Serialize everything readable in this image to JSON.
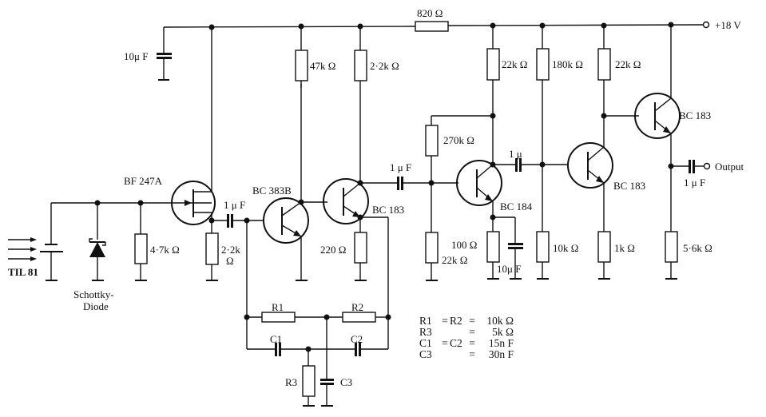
{
  "diagram": {
    "type": "circuit-schematic",
    "supply": {
      "label": "+18 V"
    },
    "output": {
      "label": "Output"
    },
    "components": {
      "photodiode": {
        "label": "TIL 81"
      },
      "schottky": {
        "label": "Schottky-\nDiode",
        "line1": "Schottky-",
        "line2": "Diode"
      },
      "c_supply": {
        "label": "10μ F"
      },
      "r_4k7": {
        "label": "4·7k Ω"
      },
      "fet": {
        "label": "BF 247A"
      },
      "r_2k2_src": {
        "label1": "2·2k",
        "label2": "Ω"
      },
      "c_1u_a": {
        "label": "1 μ F"
      },
      "q_bc383b": {
        "label": "BC 383B"
      },
      "r_47k": {
        "label": "47k Ω"
      },
      "r_2k2": {
        "label": "2·2k Ω"
      },
      "q_bc183_a": {
        "label": "BC 183"
      },
      "r_220": {
        "label": "220 Ω"
      },
      "r_820": {
        "label": "820 Ω"
      },
      "c_1u_b": {
        "label": "1 μ F"
      },
      "r_270k": {
        "label": "270k Ω"
      },
      "r_22k_bias": {
        "label": "22k Ω"
      },
      "r_22k_c1": {
        "label": "22k Ω"
      },
      "q_bc184": {
        "label": "BC 184"
      },
      "r_100": {
        "label": "100 Ω"
      },
      "c_10u_e": {
        "label": "10μ F"
      },
      "c_1u_c": {
        "label": "1 μ"
      },
      "r_180k": {
        "label": "180k Ω"
      },
      "r_10k": {
        "label": "10k Ω"
      },
      "q_bc183_b": {
        "label": "BC 183"
      },
      "r_22k_c2": {
        "label": "22k Ω"
      },
      "r_1k": {
        "label": "1k Ω"
      },
      "q_bc183_c": {
        "label": "BC 183"
      },
      "r_5k6": {
        "label": "5·6k Ω"
      },
      "c_1u_out": {
        "label": "1 μ F"
      },
      "R1": {
        "label": "R1"
      },
      "R2": {
        "label": "R2"
      },
      "R3": {
        "label": "R3"
      },
      "C1": {
        "label": "C1"
      },
      "C2": {
        "label": "C2"
      },
      "C3": {
        "label": "C3"
      }
    },
    "values_table": [
      {
        "a": "R1",
        "op1": "=",
        "b": "R2",
        "op2": "=",
        "value": "10k Ω"
      },
      {
        "a": "R3",
        "op1": "",
        "b": "",
        "op2": "=",
        "value": "5k Ω"
      },
      {
        "a": "C1",
        "op1": "=",
        "b": "C2",
        "op2": "=",
        "value": "15n F"
      },
      {
        "a": "C3",
        "op1": "",
        "b": "",
        "op2": "=",
        "value": "30n F"
      }
    ]
  }
}
